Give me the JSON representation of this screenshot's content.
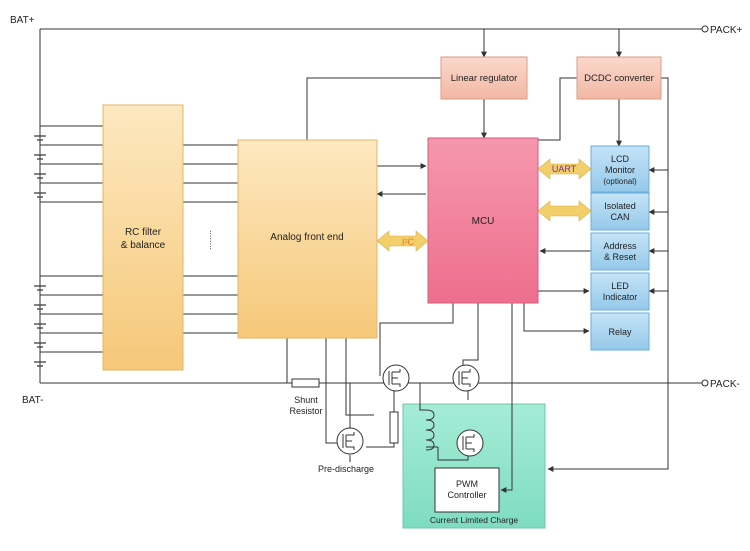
{
  "terminals": {
    "bat_plus": "BAT+",
    "bat_minus": "BAT-",
    "pack_plus": "PACK+",
    "pack_minus": "PACK-"
  },
  "blocks": {
    "rc_filter": [
      "RC filter",
      "& balance"
    ],
    "afe": "Analog front end",
    "mcu": "MCU",
    "linear_regulator": "Linear regulator",
    "dcdc": "DCDC converter",
    "lcd": [
      "LCD",
      "Monitor",
      "(optional)"
    ],
    "can": [
      "Isolated",
      "CAN"
    ],
    "address": [
      "Address",
      "& Reset"
    ],
    "led": [
      "LED",
      "Indicator"
    ],
    "relay": "Relay",
    "pwm": [
      "PWM",
      "Controller"
    ],
    "current_limited_charge": "Current Limited Charge"
  },
  "labels": {
    "uart": "UART",
    "i2c": "I²C",
    "shunt": [
      "Shunt",
      "Resistor"
    ],
    "predischarge": "Pre-discharge",
    "ellipsis": "........"
  },
  "colors": {
    "rc_block": "#f9d28a",
    "afe_block": "#f9d28a",
    "mcu_block": "#f07e9a",
    "regulator_block": "#f7c6b5",
    "blue_block": "#a9d4ef",
    "charge_region": "#8ee3c8",
    "arrow_bus": "#f3cf6b",
    "line": "#333333"
  }
}
